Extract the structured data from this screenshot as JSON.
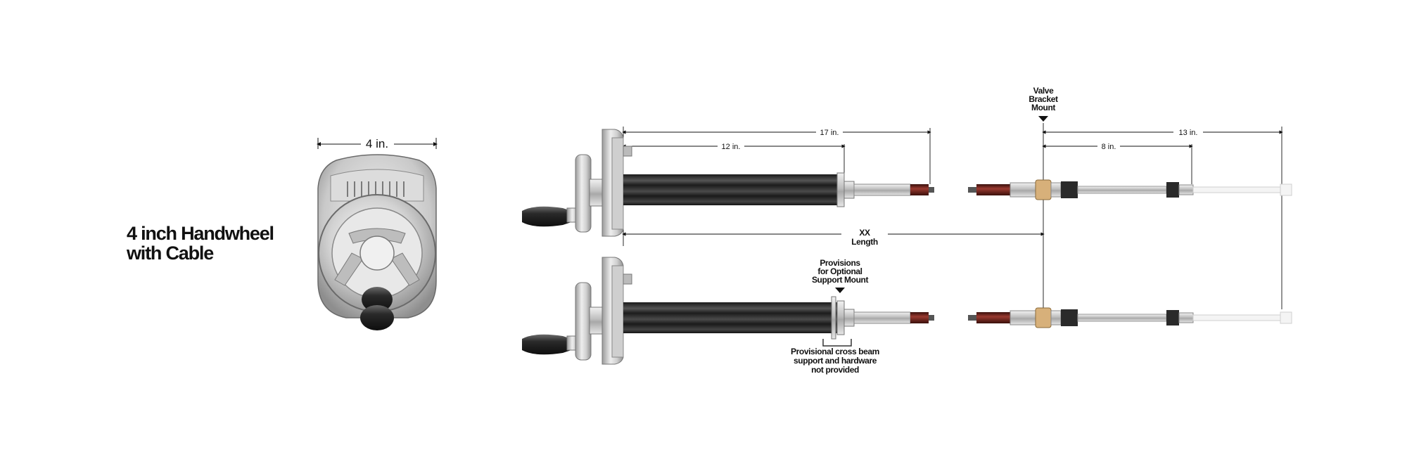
{
  "title": {
    "line1": "4 inch Handwheel",
    "line2": "with Cable"
  },
  "front_view": {
    "width_label": "4 in."
  },
  "dimensions": {
    "d17": "17 in.",
    "d12": "12 in.",
    "d13": "13 in.",
    "d8": "8 in.",
    "xx_line1": "XX",
    "xx_line2": "Length"
  },
  "callouts": {
    "valve_bracket": [
      "Valve",
      "Bracket",
      "Mount"
    ],
    "provisions": [
      "Provisions",
      "for Optional",
      "Support Mount"
    ],
    "cross_beam": [
      "Provisional cross beam",
      "support and hardware",
      "not provided"
    ]
  },
  "colors": {
    "tube": "#2a2a2a",
    "cable_red": "#7a2a22",
    "metal": "#c8c8c8",
    "ink": "#111111"
  }
}
